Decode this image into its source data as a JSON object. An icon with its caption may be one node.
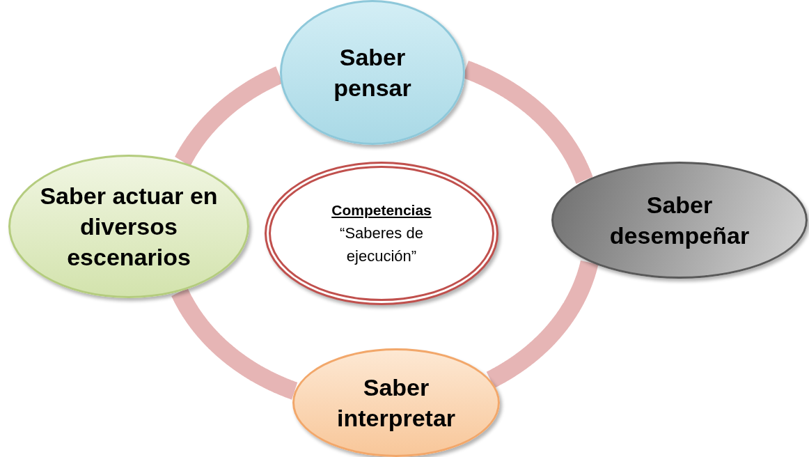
{
  "diagram": {
    "nodes": [
      {
        "text": [
          "Saber pensar"
        ]
      },
      {
        "text": [
          "Saber actuar en diversos escenarios"
        ]
      },
      {
        "text": [
          "Competencias",
          "“Saberes de ejecución”"
        ]
      },
      {
        "text": [
          "Saber desempeñar"
        ]
      },
      {
        "text": [
          "Saber interpretar"
        ]
      }
    ],
    "edges": [
      {
        "from": 0,
        "to": 3,
        "arrow": "none"
      },
      {
        "from": 3,
        "to": 4,
        "arrow": "none"
      },
      {
        "from": 4,
        "to": 1,
        "arrow": "none"
      },
      {
        "from": 1,
        "to": 0,
        "arrow": "none"
      }
    ]
  }
}
